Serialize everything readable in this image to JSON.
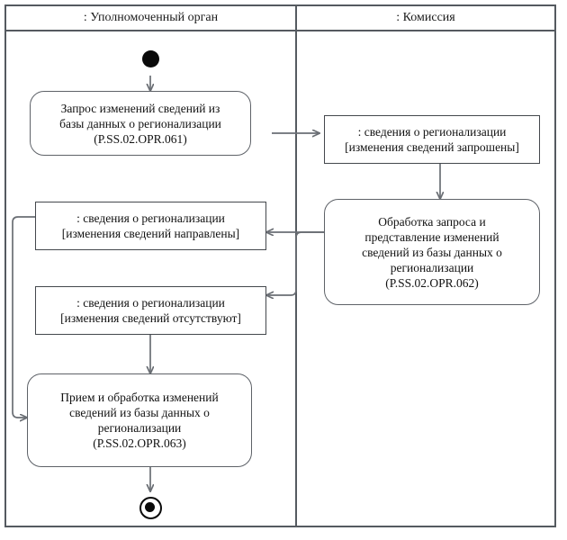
{
  "diagram": {
    "type": "uml-activity-diagram",
    "lanes": [
      {
        "id": "authority",
        "title": ": Уполномоченный орган"
      },
      {
        "id": "commission",
        "title": ": Комиссия"
      }
    ],
    "nodes": {
      "initial": {
        "kind": "initial-node",
        "lane": "authority"
      },
      "final": {
        "kind": "final-node",
        "lane": "authority"
      },
      "action_061": {
        "kind": "action",
        "lane": "authority",
        "lines": [
          "Запрос изменений сведений из",
          "базы данных о регионализации",
          "(P.SS.02.OPR.061)"
        ]
      },
      "object_requested": {
        "kind": "object-node",
        "lane": "commission",
        "lines": [
          ": сведения о регионализации",
          "[изменения сведений запрошены]"
        ]
      },
      "action_062": {
        "kind": "action",
        "lane": "commission",
        "lines": [
          "Обработка запроса и",
          "представление изменений",
          "сведений из базы данных о",
          "регионализации",
          "(P.SS.02.OPR.062)"
        ]
      },
      "object_sent": {
        "kind": "object-node",
        "lane": "authority",
        "lines": [
          ": сведения о регионализации",
          "[изменения сведений направлены]"
        ]
      },
      "object_absent": {
        "kind": "object-node",
        "lane": "authority",
        "lines": [
          ": сведения о регионализации",
          "[изменения сведений отсутствуют]"
        ]
      },
      "action_063": {
        "kind": "action",
        "lane": "authority",
        "lines": [
          "Прием и обработка изменений",
          "сведений из базы данных о",
          "регионализации",
          "(P.SS.02.OPR.063)"
        ]
      }
    },
    "colors": {
      "frame": "#555a60",
      "action_border": "#5e6268",
      "object_border": "#44484d",
      "edge": "#6a6e74",
      "node_fill": "#ffffff",
      "text": "#111111",
      "marker_fill": "#0a0a0a"
    }
  }
}
